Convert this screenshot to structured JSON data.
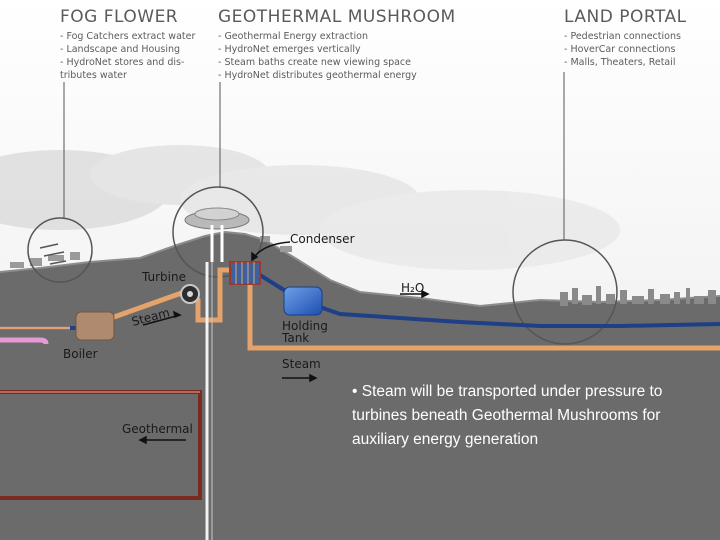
{
  "panels": {
    "fog_flower": {
      "title": "FOG FLOWER",
      "items": [
        "- Fog Catchers extract water",
        "- Landscape and Housing",
        "- HydroNet stores and dis-",
        "tributes water"
      ]
    },
    "geothermal_mushroom": {
      "title": "GEOTHERMAL MUSHROOM",
      "items": [
        "- Geothermal Energy extraction",
        "- HydroNet emerges vertically",
        "- Steam baths create new viewing space",
        "- HydroNet distributes geothermal energy"
      ]
    },
    "land_portal": {
      "title": "LAND PORTAL",
      "items": [
        "- Pedestrian connections",
        "- HoverCar connections",
        "- Malls, Theaters, Retail"
      ]
    }
  },
  "labels": {
    "condenser": "Condenser",
    "turbine": "Turbine",
    "steam_pipe": "Steam",
    "boiler": "Boiler",
    "h2o": "H₂O",
    "holding_tank": [
      "Holding",
      "Tank"
    ],
    "steam_lower": "Steam",
    "geothermal": "Geothermal"
  },
  "note": "• Steam will be transported under pressure to turbines beneath Geothermal Mushrooms for auxiliary energy generation",
  "colors": {
    "ground": "#6b6b6b",
    "steam_pipe": "#e3a36a",
    "geothermal_pipe": "#7a2a1e",
    "water_pipe": "#1f3f86",
    "boiler": "#b08a6e"
  }
}
